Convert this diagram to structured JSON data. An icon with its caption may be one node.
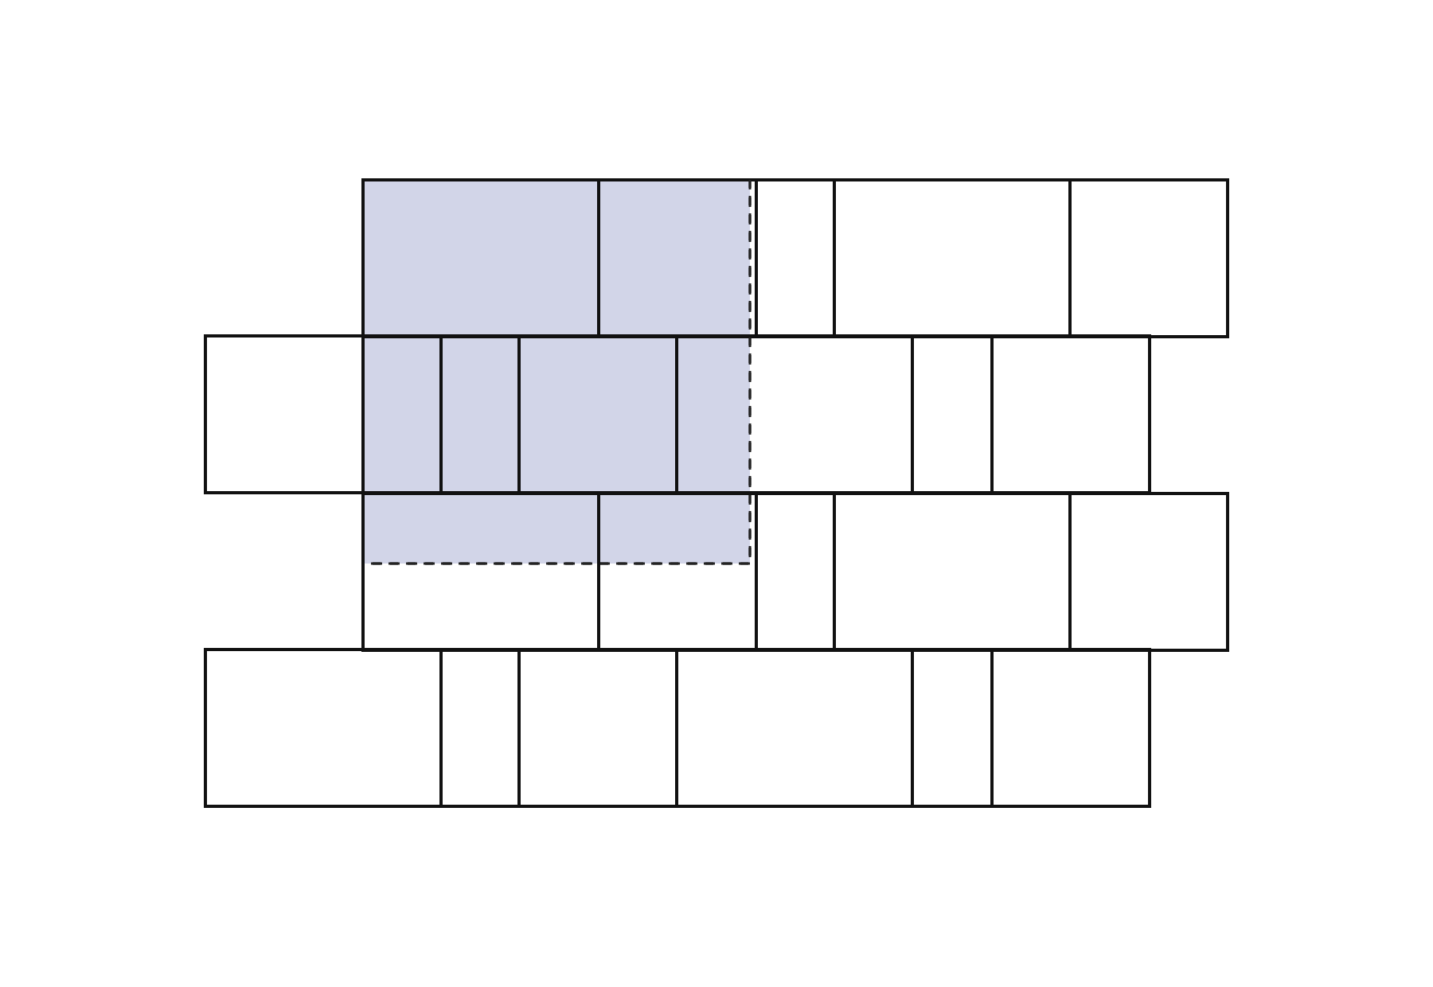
{
  "diagram": {
    "nodes": [
      {
        "text": [],
        "shape": "box"
      },
      {
        "text": [],
        "shape": "box",
        "in": 0
      },
      {
        "text": [],
        "shape": "box",
        "in": 0
      },
      {
        "text": [],
        "shape": "box"
      },
      {
        "text": [],
        "shape": "box"
      },
      {
        "text": [],
        "shape": "box"
      },
      {
        "text": [],
        "shape": "box"
      },
      {
        "text": [],
        "shape": "box",
        "in": 0
      },
      {
        "text": [],
        "shape": "box",
        "in": 0
      },
      {
        "text": [],
        "shape": "box",
        "in": 0
      },
      {
        "text": [],
        "shape": "box"
      },
      {
        "text": [],
        "shape": "box"
      },
      {
        "text": [],
        "shape": "box"
      },
      {
        "text": [],
        "shape": "box"
      },
      {
        "text": [],
        "shape": "box"
      },
      {
        "text": [],
        "shape": "box"
      },
      {
        "text": [],
        "shape": "box"
      },
      {
        "text": [],
        "shape": "box"
      },
      {
        "text": [],
        "shape": "box"
      },
      {
        "text": [],
        "shape": "box"
      },
      {
        "text": [],
        "shape": "box"
      },
      {
        "text": [],
        "shape": "box"
      },
      {
        "text": [],
        "shape": "box"
      },
      {
        "text": [],
        "shape": "box"
      }
    ]
  }
}
